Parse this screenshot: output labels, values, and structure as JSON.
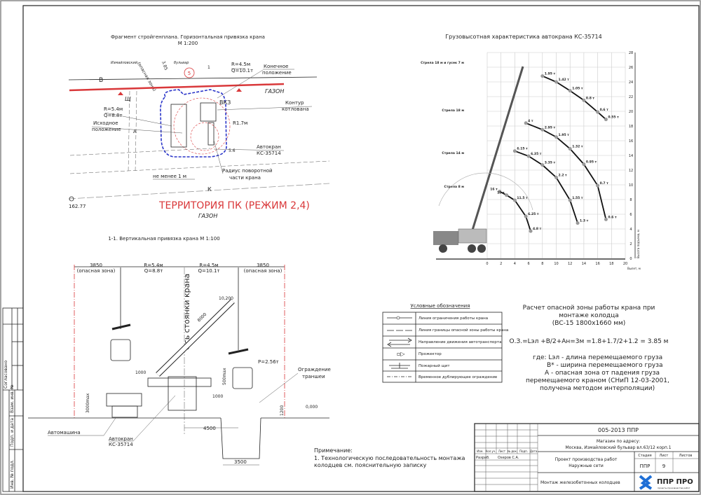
{
  "plan": {
    "title": "Фрагмент стройгенплана. Горизонтальная привязка крана",
    "scale": "М 1:200",
    "street_1": "Измайловский",
    "street_2": "бульвар",
    "house_number": "5",
    "danger_zone_dim": "3.85",
    "danger_zone_label": "(опасная зона)",
    "line_b": "В",
    "line_k": "К",
    "shch": "Щ",
    "section_mark": "1",
    "r_end": "R=4.5м",
    "q_end": "Q=10.1т",
    "end_pos_1": "Конечное",
    "end_pos_2": "положение",
    "lawn": "ГАЗОН",
    "vkz": "ВКЗ",
    "pit_1": "Контур",
    "pit_2": "котлована",
    "r_start": "R=5.4м",
    "q_start": "Q=8.8т",
    "start_pos_1": "Исходное",
    "start_pos_2": "положение",
    "r_small": "R1.7м",
    "dim_a": "А",
    "dim_56": "5.6",
    "crane_1": "Автокран",
    "crane_2": "КС-35714",
    "radius_1": "Радиус поворотной",
    "radius_2": "части крана",
    "min_1m": "не менее 1 м",
    "elevation": "162.77",
    "territory": "ТЕРРИТОРИЯ ПК (РЕЖИМ 2,4)",
    "lawn_2": "ГАЗОН"
  },
  "section": {
    "title": "1-1. Вертикальная привязка крана М 1:100",
    "dim_left": "3850",
    "dim_left_note": "(опасная зона)",
    "r_left": "R=5.4м",
    "q_left": "Q=8.8т",
    "r_right": "R=4.5м",
    "q_right": "Q=10.1т",
    "dim_right": "3850",
    "dim_right_note": "(опасная зона)",
    "axis_label": "Ось стоянки крана",
    "boom_len": "8000",
    "height_mark": "10,200",
    "load": "Р=2.56т",
    "max500": "500max",
    "max3000": "3000max",
    "d1000a": "1000",
    "d1000b": "1000",
    "d1200": "1200",
    "zero": "0,000",
    "fence_1": "Ограждение",
    "fence_2": "траншеи",
    "truck": "Автомашина",
    "crane_1": "Автокран",
    "crane_2": "КС-35714",
    "d4500": "4500",
    "d3500": "3500"
  },
  "chart_data": {
    "type": "line",
    "title": "Грузовысотная характеристика автокрана КС-35714",
    "xlabel": "Вылет, м",
    "ylabel": "Высота подъема, м",
    "xlim": [
      0,
      20
    ],
    "ylim": [
      0,
      28
    ],
    "xticks": [
      0,
      2,
      4,
      6,
      8,
      10,
      12,
      14,
      16,
      18,
      20
    ],
    "yticks": [
      0,
      2,
      4,
      6,
      8,
      10,
      12,
      14,
      16,
      18,
      20,
      22,
      24,
      26,
      28
    ],
    "grid": true,
    "series": [
      {
        "name": "Стрела 18 м и гусек 7 м",
        "points": [
          [
            8,
            24.8,
            "1.95 т"
          ],
          [
            10,
            24,
            "1.42 т"
          ],
          [
            12,
            22.8,
            "1.05 т"
          ],
          [
            14,
            21.5,
            "0.8 т"
          ],
          [
            16,
            19.9,
            "0.6 т"
          ],
          [
            17.2,
            18.9,
            "0.55 т"
          ]
        ]
      },
      {
        "name": "Стрела 18 м",
        "points": [
          [
            5.6,
            18.4,
            "4 т"
          ],
          [
            8,
            17.5,
            "2.95 т"
          ],
          [
            10,
            16.5,
            "1.95 т"
          ],
          [
            12,
            14.9,
            "1.32 т"
          ],
          [
            14,
            12.8,
            "0.95 т"
          ],
          [
            16,
            9.9,
            "0.7 т"
          ],
          [
            17.2,
            5.3,
            "0.6 т"
          ]
        ]
      },
      {
        "name": "Стрела 14 м",
        "points": [
          [
            4,
            14.6,
            "6.15 т"
          ],
          [
            6,
            13.9,
            "6.35 т"
          ],
          [
            8,
            12.7,
            "3.35 т"
          ],
          [
            10,
            11,
            "2.2 т"
          ],
          [
            12,
            7.9,
            "1.55 т"
          ],
          [
            13.1,
            4.8,
            "1.3 т"
          ]
        ]
      },
      {
        "name": "Стрела 8 м",
        "points": [
          [
            1.8,
            9.1,
            "16 т"
          ],
          [
            2.8,
            8.6,
            "15 т"
          ],
          [
            4,
            7.9,
            "11.5 т"
          ],
          [
            5.6,
            5.7,
            "6.25 т"
          ],
          [
            6.3,
            3.7,
            "4.8 т"
          ]
        ]
      }
    ],
    "series_label_heights": [
      26.5,
      20,
      14.2,
      9.6
    ]
  },
  "legend": {
    "title": "Условные обозначения",
    "items": [
      "Линия ограничения работы крана",
      "Линия границы опасной зоны работы крана",
      "Направление движения автотранспорта",
      "Прожектор",
      "Пожарный щит",
      "Временное дублирующее ограждение"
    ]
  },
  "calc": {
    "title_1": "Расчет опасной зоны работы крана  при",
    "title_2": "монтаже колодца",
    "title_3": "(ВС-15  1800х1660 мм)",
    "formula": "О.З.=Lэл +В/2+Aн=3м =1.8+1.7/2+1.2 = 3.85 м",
    "where_1": "где:   Lэл - длина перемещаемого груза",
    "where_2": "В* - ширина перемещаемого груза",
    "where_3": "А - опасная зона от падения груза",
    "where_4": "перемещаемого краном (СНиП 12-03-2001,",
    "where_5": "получена методом интерполяции)"
  },
  "note": {
    "title": "Примечание:",
    "line_1": "1. Технологическую последовательность монтажа",
    "line_2": "колодцев см. пояснительную записку"
  },
  "title_block": {
    "code": "005-2013 ППР",
    "address_1": "Магазин по адресу:",
    "address_2": "Москва, Измайловский бульвар вл.63/12 корп.1",
    "headers": [
      "Изм.",
      "Кол.уч.",
      "Лист",
      "№ док.",
      "Подп.",
      "Дата"
    ],
    "developer_role": "Разраб.",
    "developer_name": "Озеров С.А.",
    "project_1": "Проект производства работ",
    "project_2": "Наружные сети",
    "stage_header": "Стадия",
    "sheet_header": "Лист",
    "sheets_header": "Листов",
    "stage": "ППР",
    "sheet": "9",
    "sheet_title": "Монтаж железобетонных колодцев",
    "logo": "ППР ПРО",
    "logo_sub": "проекты производства работ"
  },
  "side_strip": {
    "agreed": "Согласовано",
    "inv_replace": "Взам. инв. №",
    "sign_date": "Подп. и дата",
    "inv_orig": "Инв. № подл."
  },
  "colors": {
    "red": "#d9383a",
    "blue": "#2a35c9",
    "logo": "#1f6fd6"
  }
}
